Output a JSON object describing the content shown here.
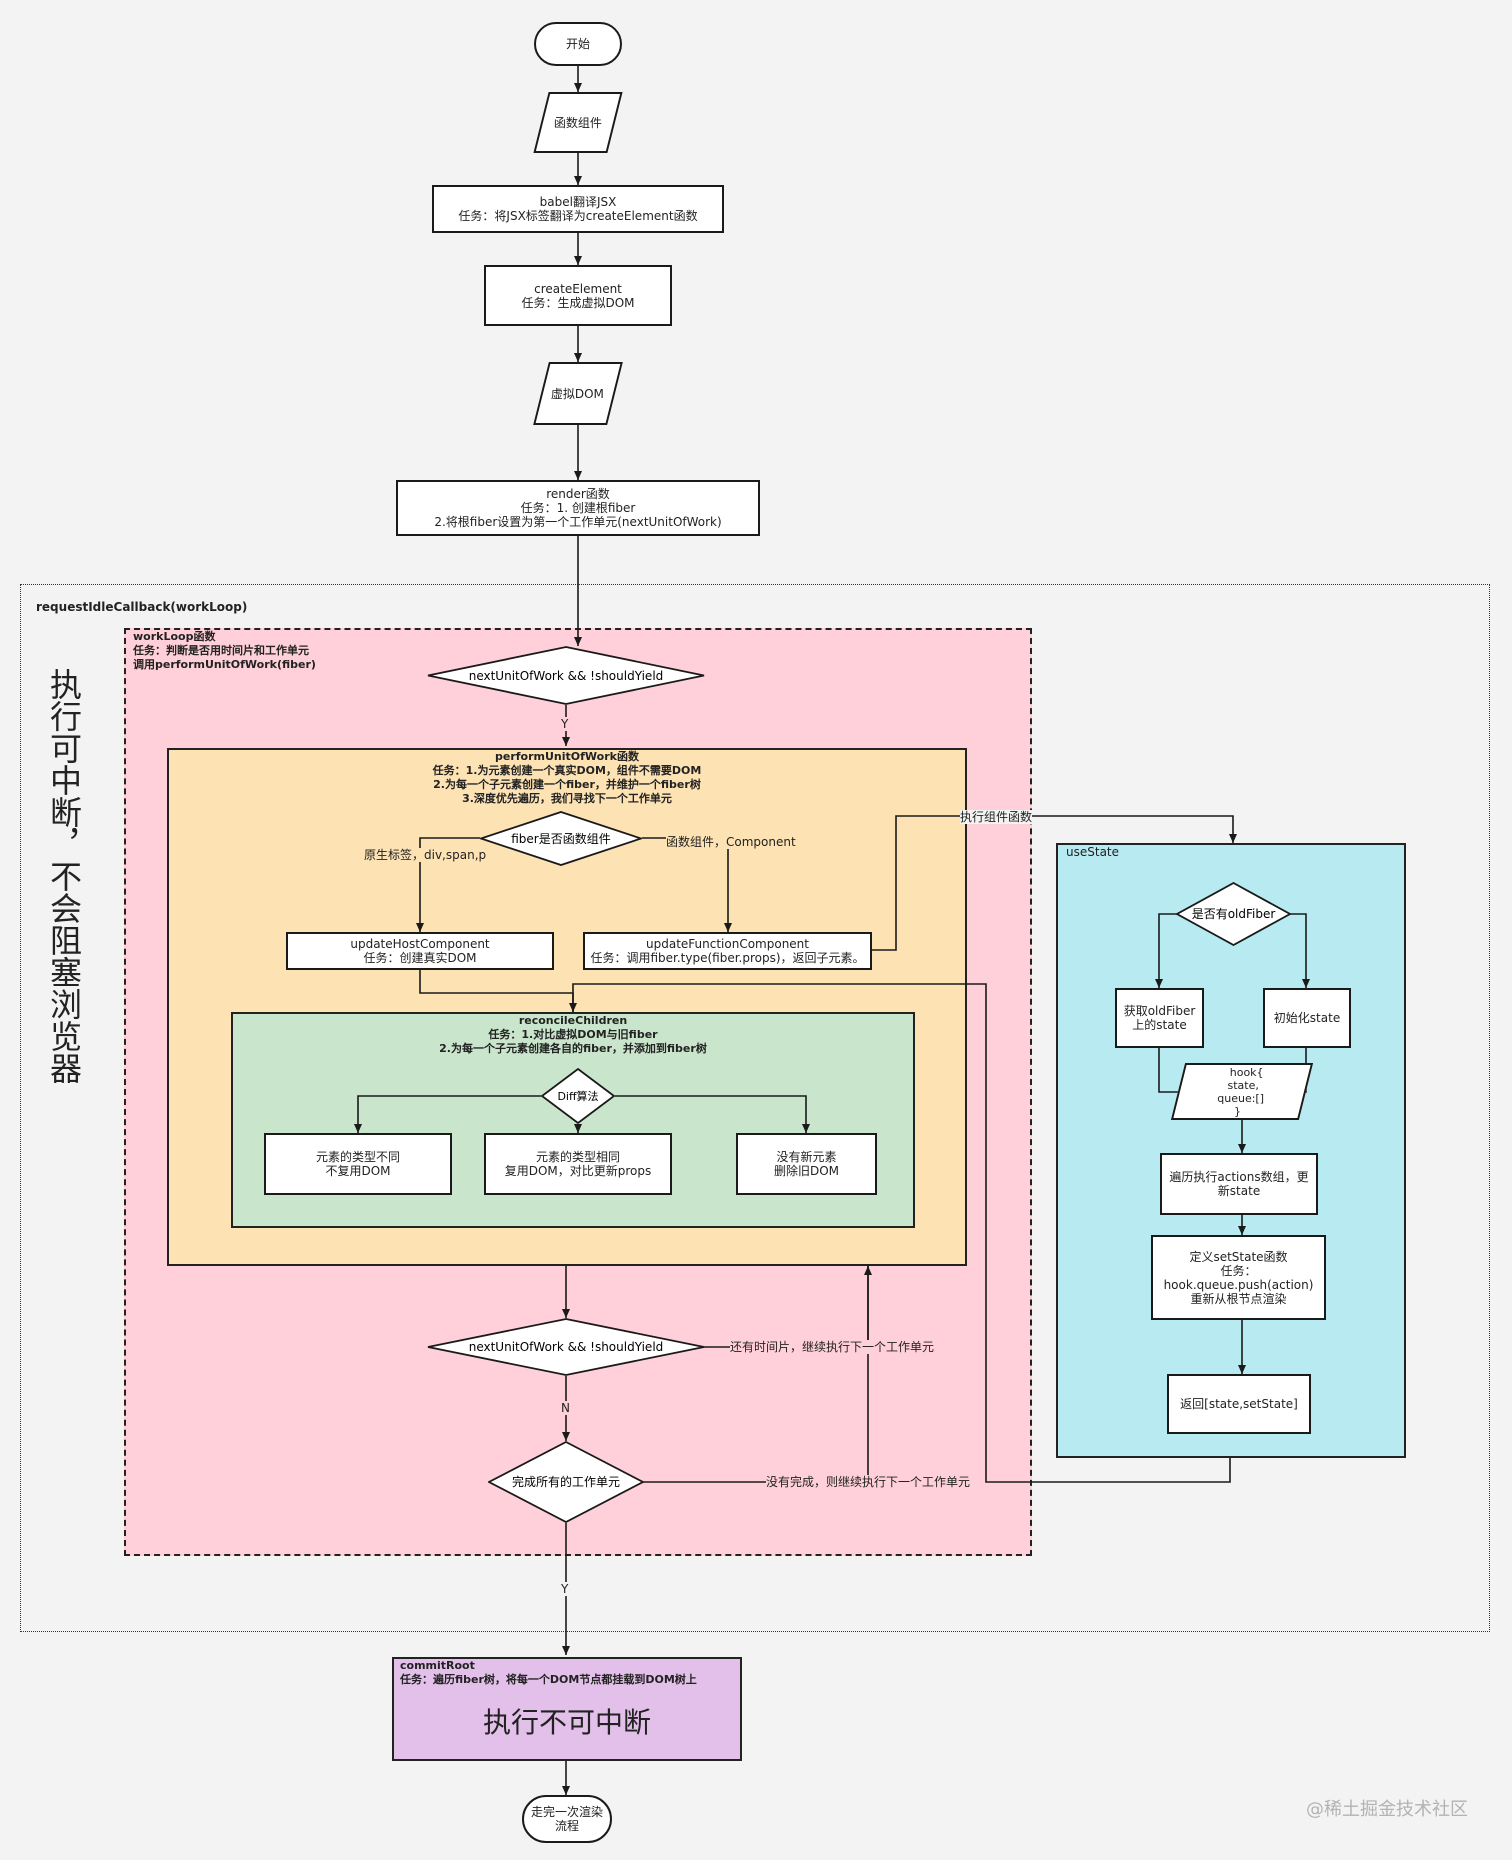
{
  "nodes": {
    "start": "开始",
    "func_component": "函数组件",
    "babel": {
      "title": "babel翻译JSX",
      "task": "任务：将JSX标签翻译为createElement函数"
    },
    "create_element": {
      "title": "createElement",
      "task": "任务：生成虚拟DOM"
    },
    "virtual_dom": "虚拟DOM",
    "render": {
      "title": "render函数",
      "task1": "任务：1. 创建根fiber",
      "task2": "2.将根fiber设置为第一个工作单元(nextUnitOfWork)"
    },
    "loop_cond_top": "nextUnitOfWork && !shouldYield",
    "loop_cond_bottom": "nextUnitOfWork && !shouldYield",
    "fiber_is_func": "fiber是否函数组件",
    "update_host": {
      "title": "updateHostComponent",
      "task": "任务：创建真实DOM"
    },
    "update_function": {
      "title": "updateFunctionComponent",
      "task": "任务：调用fiber.type(fiber.props)，返回子元素。"
    },
    "diff": "Diff算法",
    "diff_diff_type": {
      "line1": "元素的类型不同",
      "line2": "不复用DOM"
    },
    "diff_same_type": {
      "line1": "元素的类型相同",
      "line2": "复用DOM，对比更新props"
    },
    "diff_no_new": {
      "line1": "没有新元素",
      "line2": "删除旧DOM"
    },
    "all_done": "完成所有的工作单元",
    "has_old_fiber": "是否有oldFiber",
    "get_old_state": {
      "line1": "获取oldFiber",
      "line2": "上的state"
    },
    "init_state": "初始化state",
    "hook": {
      "line1": "hook{",
      "line2": "state,",
      "line3": "queue:[]",
      "line4": "}"
    },
    "iterate_actions": {
      "line1": "遍历执行actions数组，更",
      "line2": "新state"
    },
    "define_set_state": {
      "line1": "定义setState函数",
      "line2": "任务：",
      "line3": "hook.queue.push(action)",
      "line4": "重新从根节点渲染"
    },
    "return_state": "返回[state,setState]",
    "commit_big": "执行不可中断",
    "end": {
      "line1": "走完一次渲染",
      "line2": "流程"
    }
  },
  "containers": {
    "request_idle": "requestIdleCallback(workLoop)",
    "work_loop": {
      "title": "workLoop函数",
      "line1": "任务：判断是否用时间片和工作单元",
      "line2": "调用performUnitOfWork(fiber)"
    },
    "perform_unit": {
      "title": "performUnitOfWork函数",
      "line1": "任务：1.为元素创建一个真实DOM，组件不需要DOM",
      "line2": "2.为每一个子元素创建一个fiber，并维护一个fiber树",
      "line3": "3.深度优先遍历，我们寻找下一个工作单元"
    },
    "reconcile": {
      "title": "reconcileChildren",
      "line1": "任务：1.对比虚拟DOM与旧fiber",
      "line2": "2.为每一个子元素创建各自的fiber，并添加到fiber树"
    },
    "use_state": "useState",
    "commit_root": {
      "title": "commitRoot",
      "task": "任务：遍历fiber树，将每一个DOM节点都挂载到DOM树上"
    }
  },
  "edge_labels": {
    "y_top": "Y",
    "native_tags": "原生标签，div,span,p",
    "func_component_branch": "函数组件，Component",
    "exec_component": "执行组件函数",
    "more_time": "还有时间片，继续执行下一个工作单元",
    "n": "N",
    "not_done": "没有完成，则继续执行下一个工作单元",
    "y_bottom": "Y"
  },
  "side_text": "执行可中断，不会阻塞浏览器",
  "watermark": "@稀土掘金技术社区",
  "colors": {
    "work_loop_fill": "#ffd0d9",
    "perform_fill": "#fde2b3",
    "reconcile_fill": "#c9e6cc",
    "use_state_fill": "#b8ebf1",
    "commit_fill": "#e2c0e9",
    "line": "#1a1a1a"
  }
}
